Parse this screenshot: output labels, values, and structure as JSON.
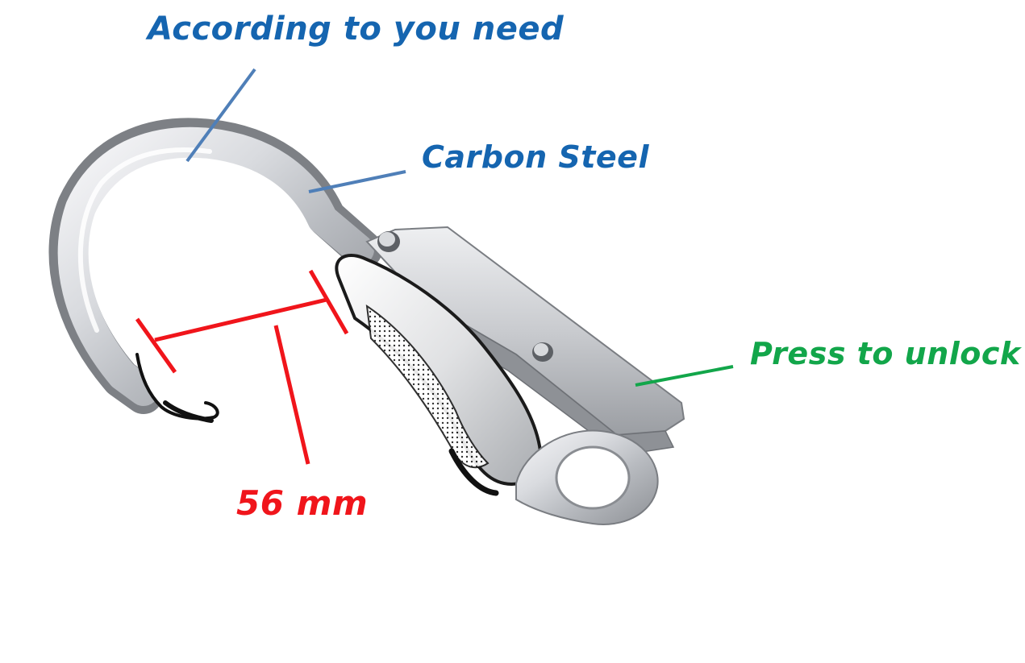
{
  "annotations": {
    "according_label": "According to you need",
    "material_label": "Carbon Steel",
    "unlock_label": "Press to unlock",
    "opening_size_label": "56 mm"
  },
  "colors": {
    "blue_text": "#1565b0",
    "blue_pointer": "#4f7fb8",
    "green": "#12a64a",
    "red": "#f0151b",
    "steel_light": "#f4f4f6",
    "steel_mid": "#c6c8cc",
    "steel_dark": "#6e7176",
    "background": "#ffffff"
  },
  "icons": [
    "carabiner-hook-illustration"
  ]
}
